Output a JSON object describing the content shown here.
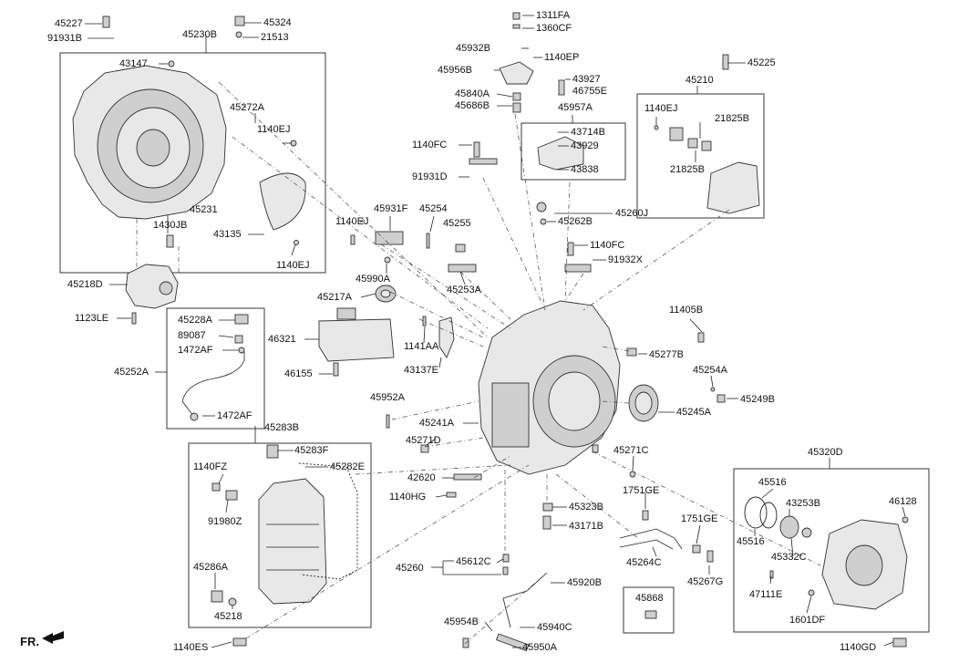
{
  "direction_label": "FR.",
  "labels": {
    "l45227": "45227",
    "l91931B": "91931B",
    "l45324": "45324",
    "l21513": "21513",
    "l45230B": "45230B",
    "l43147": "43147",
    "l45272A": "45272A",
    "l1140EJ_a": "1140EJ",
    "l45231": "45231",
    "l1430JB": "1430JB",
    "l43135": "43135",
    "l1140EJ_b": "1140EJ",
    "l45218D": "45218D",
    "l1123LE": "1123LE",
    "l45228A": "45228A",
    "l89087": "89087",
    "l1472AF_a": "1472AF",
    "l45252A": "45252A",
    "l1472AF_b": "1472AF",
    "l1311FA": "1311FA",
    "l1360CF": "1360CF",
    "l45932B": "45932B",
    "l1140EP": "1140EP",
    "l45956B": "45956B",
    "l45840A": "45840A",
    "l45686B": "45686B",
    "l43927": "43927",
    "l46755E": "46755E",
    "l45957A": "45957A",
    "l43714B": "43714B",
    "l43929": "43929",
    "l43838": "43838",
    "l1140FC_a": "1140FC",
    "l91931D": "91931D",
    "l45931F": "45931F",
    "l45254": "45254",
    "l1140EJ_c": "1140EJ",
    "l45255": "45255",
    "l45260J": "45260J",
    "l45262B": "45262B",
    "l1140FC_b": "1140FC",
    "l91932X": "91932X",
    "l45990A": "45990A",
    "l45253A": "45253A",
    "l45217A": "45217A",
    "l46321": "46321",
    "l1141AA": "1141AA",
    "l43137E": "43137E",
    "l46155": "46155",
    "l45952A": "45952A",
    "l45241A": "45241A",
    "l45271D": "45271D",
    "l42620": "42620",
    "l1140HG": "1140HG",
    "l45225": "45225",
    "l45210": "45210",
    "l1140EJ_d": "1140EJ",
    "l21825B_a": "21825B",
    "l21825B_b": "21825B",
    "l11405B": "11405B",
    "l45277B": "45277B",
    "l45254A": "45254A",
    "l45249B": "45249B",
    "l45245A": "45245A",
    "l45271C": "45271C",
    "l1751GE_a": "1751GE",
    "l45323B": "45323B",
    "l43171B": "43171B",
    "l1751GE_b": "1751GE",
    "l45264C": "45264C",
    "l45267G": "45267G",
    "l45260": "45260",
    "l45612C": "45612C",
    "l45920B": "45920B",
    "l45868": "45868",
    "l45954B": "45954B",
    "l45940C": "45940C",
    "l45950A": "45950A",
    "l45283B": "45283B",
    "l45283F": "45283F",
    "l1140FZ": "1140FZ",
    "l45282E": "45282E",
    "l91980Z": "91980Z",
    "l45286A": "45286A",
    "l45218": "45218",
    "l1140ES": "1140ES",
    "l45320D": "45320D",
    "l45516_a": "45516",
    "l43253B": "43253B",
    "l46128": "46128",
    "l45516_b": "45516",
    "l45332C": "45332C",
    "l47111E": "47111E",
    "l1601DF": "1601DF",
    "l1140GD": "1140GD"
  }
}
